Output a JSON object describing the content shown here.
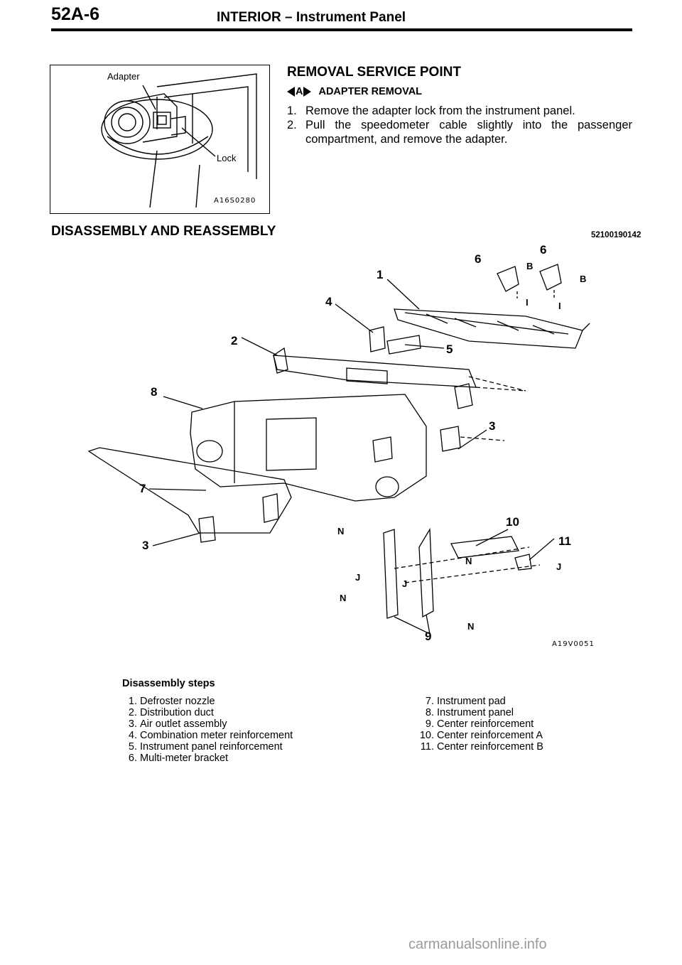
{
  "header": {
    "page_number": "52A-6",
    "title": "INTERIOR – Instrument Panel"
  },
  "adapter_figure": {
    "label_adapter": "Adapter",
    "label_lock": "Lock",
    "code": "A16S0280"
  },
  "removal": {
    "title": "REMOVAL SERVICE POINT",
    "mark_letter": "A",
    "subtitle": "ADAPTER REMOVAL",
    "steps": [
      {
        "num": "1.",
        "text": "Remove the adapter lock from the instrument panel."
      },
      {
        "num": "2.",
        "text": "Pull the speedometer cable slightly into the passenger compartment, and remove the adapter."
      }
    ]
  },
  "disassembly": {
    "title": "DISASSEMBLY AND REASSEMBLY",
    "code": "52100190142"
  },
  "diagram": {
    "code": "A19V0051",
    "callouts": {
      "c1": "1",
      "c2": "2",
      "c3a": "3",
      "c3b": "3",
      "c4": "4",
      "c5": "5",
      "c6a": "6",
      "c6b": "6",
      "c7": "7",
      "c8": "8",
      "c9": "9",
      "c10": "10",
      "c11": "11",
      "B1": "B",
      "B2": "B",
      "I1": "I",
      "I2": "I",
      "N1": "N",
      "N2": "N",
      "N3": "N",
      "N4": "N",
      "J1": "J",
      "J2": "J",
      "J3": "J"
    }
  },
  "legend": {
    "title": "Disassembly steps",
    "col1": [
      {
        "n": "1.",
        "t": "Defroster nozzle"
      },
      {
        "n": "2.",
        "t": "Distribution duct"
      },
      {
        "n": "3.",
        "t": "Air outlet assembly"
      },
      {
        "n": "4.",
        "t": "Combination meter reinforcement"
      },
      {
        "n": "5.",
        "t": "Instrument panel reinforcement"
      },
      {
        "n": "6.",
        "t": "Multi-meter bracket"
      }
    ],
    "col2": [
      {
        "n": "7.",
        "t": "Instrument pad"
      },
      {
        "n": "8.",
        "t": "Instrument panel"
      },
      {
        "n": "9.",
        "t": "Center reinforcement"
      },
      {
        "n": "10.",
        "t": "Center reinforcement A"
      },
      {
        "n": "11.",
        "t": "Center reinforcement B"
      }
    ]
  },
  "footer": {
    "watermark": "carmanualsonline.info"
  }
}
